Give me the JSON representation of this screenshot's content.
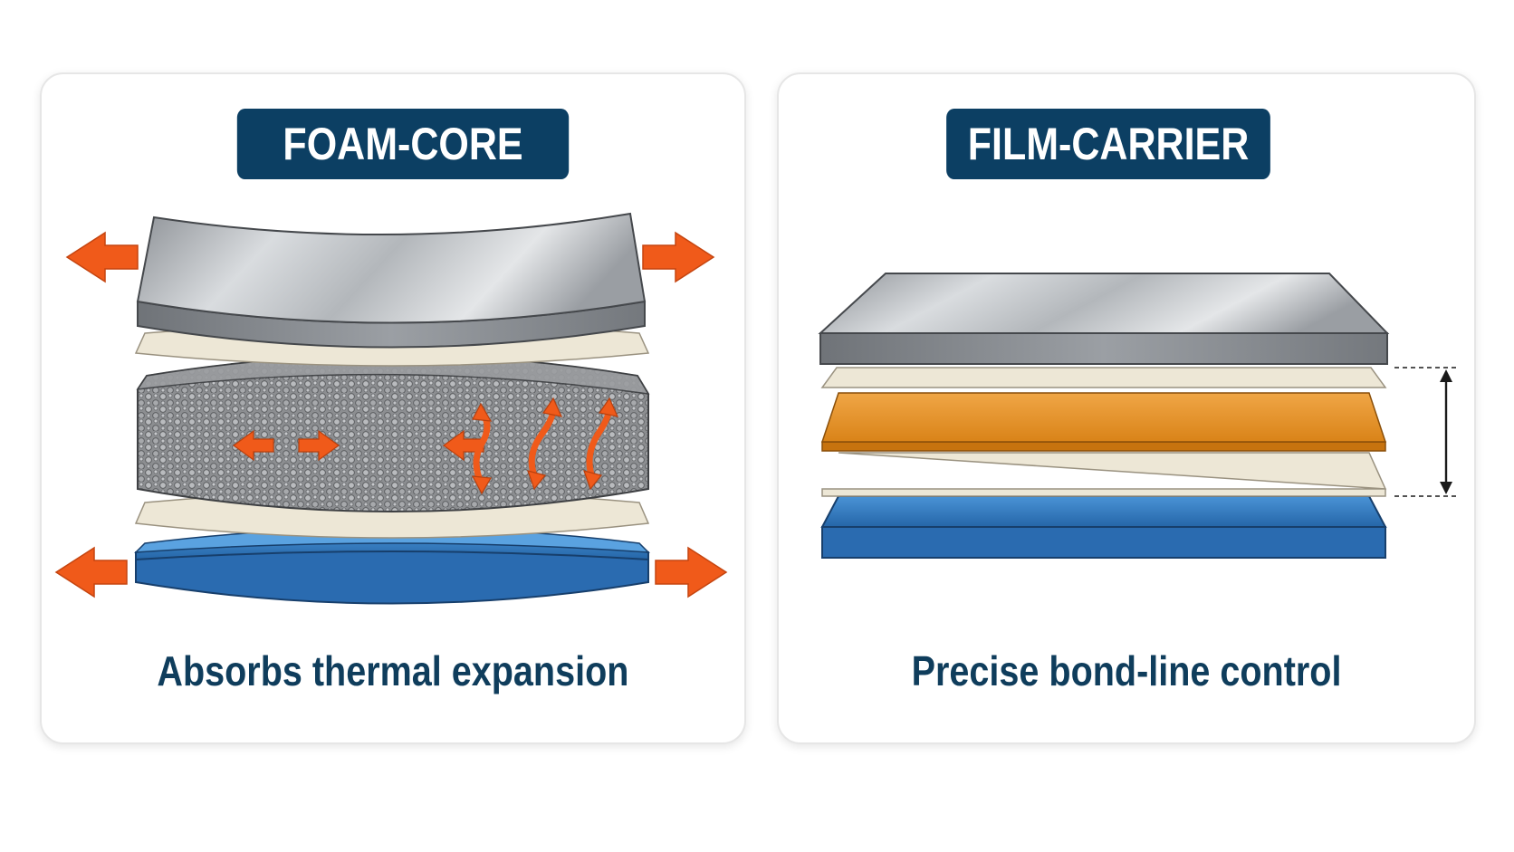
{
  "panels": [
    {
      "label": "FOAM-CORE",
      "caption": "Absorbs thermal expansion"
    },
    {
      "label": "FILM-CARRIER",
      "caption": "Precise bond-line control"
    }
  ],
  "colors": {
    "label_bg": "#0c3f63",
    "caption_text": "#0f3d5c",
    "arrow": "#f05a1a",
    "metal": "#a9adb2",
    "adhesive": "#ece5d3",
    "foam": "#8a8c8f",
    "carrier": "#e8962c",
    "substrate": "#2f78be"
  }
}
